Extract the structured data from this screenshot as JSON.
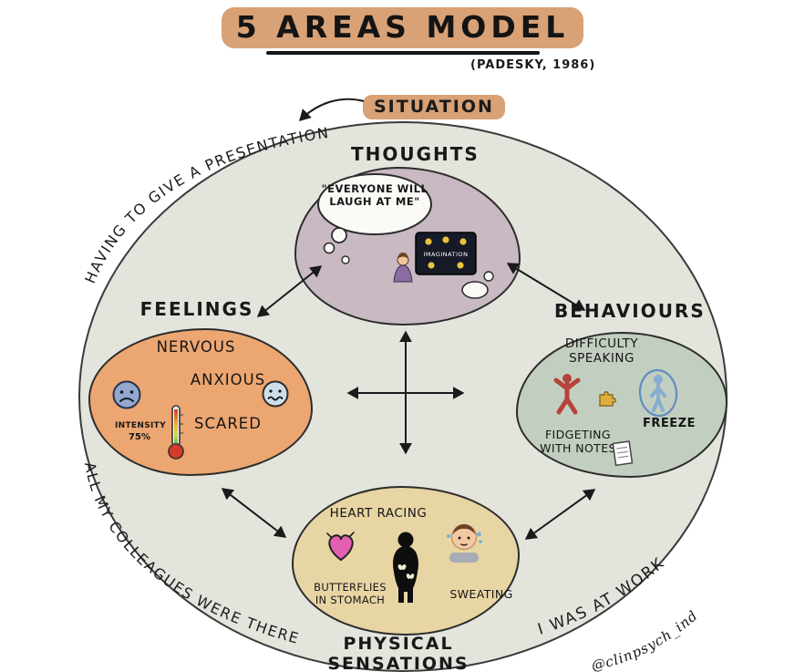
{
  "title": "5 AREAS MODEL",
  "subtitle": "(PADESKY, 1986)",
  "situation_label": "SITUATION",
  "context": {
    "top_left": "HAVING TO GIVE A PRESENTATION",
    "bottom_left": "ALL MY COLLEAGUES WERE THERE",
    "bottom_right": "I WAS AT WORK",
    "credit": "@clinpsych_ind"
  },
  "nodes": {
    "thoughts": {
      "label": "THOUGHTS",
      "thought_bubble": "\"EVERYONE WILL LAUGH AT ME\"",
      "screen_label": "IMAGINATION"
    },
    "feelings": {
      "label": "FEELINGS",
      "items": [
        "NERVOUS",
        "ANXIOUS",
        "SCARED"
      ],
      "intensity_label": "INTENSITY",
      "intensity_value": "75%"
    },
    "behaviours": {
      "label": "BEHAVIOURS",
      "difficulty": "DIFFICULTY SPEAKING",
      "fidgeting": "FIDGETING WITH NOTES",
      "freeze": "FREEZE"
    },
    "physical": {
      "label": "PHYSICAL SENSATIONS",
      "heart": "HEART RACING",
      "butterflies": "BUTTERFLIES IN STOMACH",
      "sweating": "SWEATING"
    }
  },
  "colors": {
    "highlight": "#D8A176",
    "ellipse_fill": "#E3E5DD",
    "thoughts_fill": "#C8B9C2",
    "feelings_fill": "#ECA671",
    "behaviours_fill": "#C2CEC0",
    "physical_fill": "#E8D5A4",
    "ink": "#1B1B1B"
  }
}
